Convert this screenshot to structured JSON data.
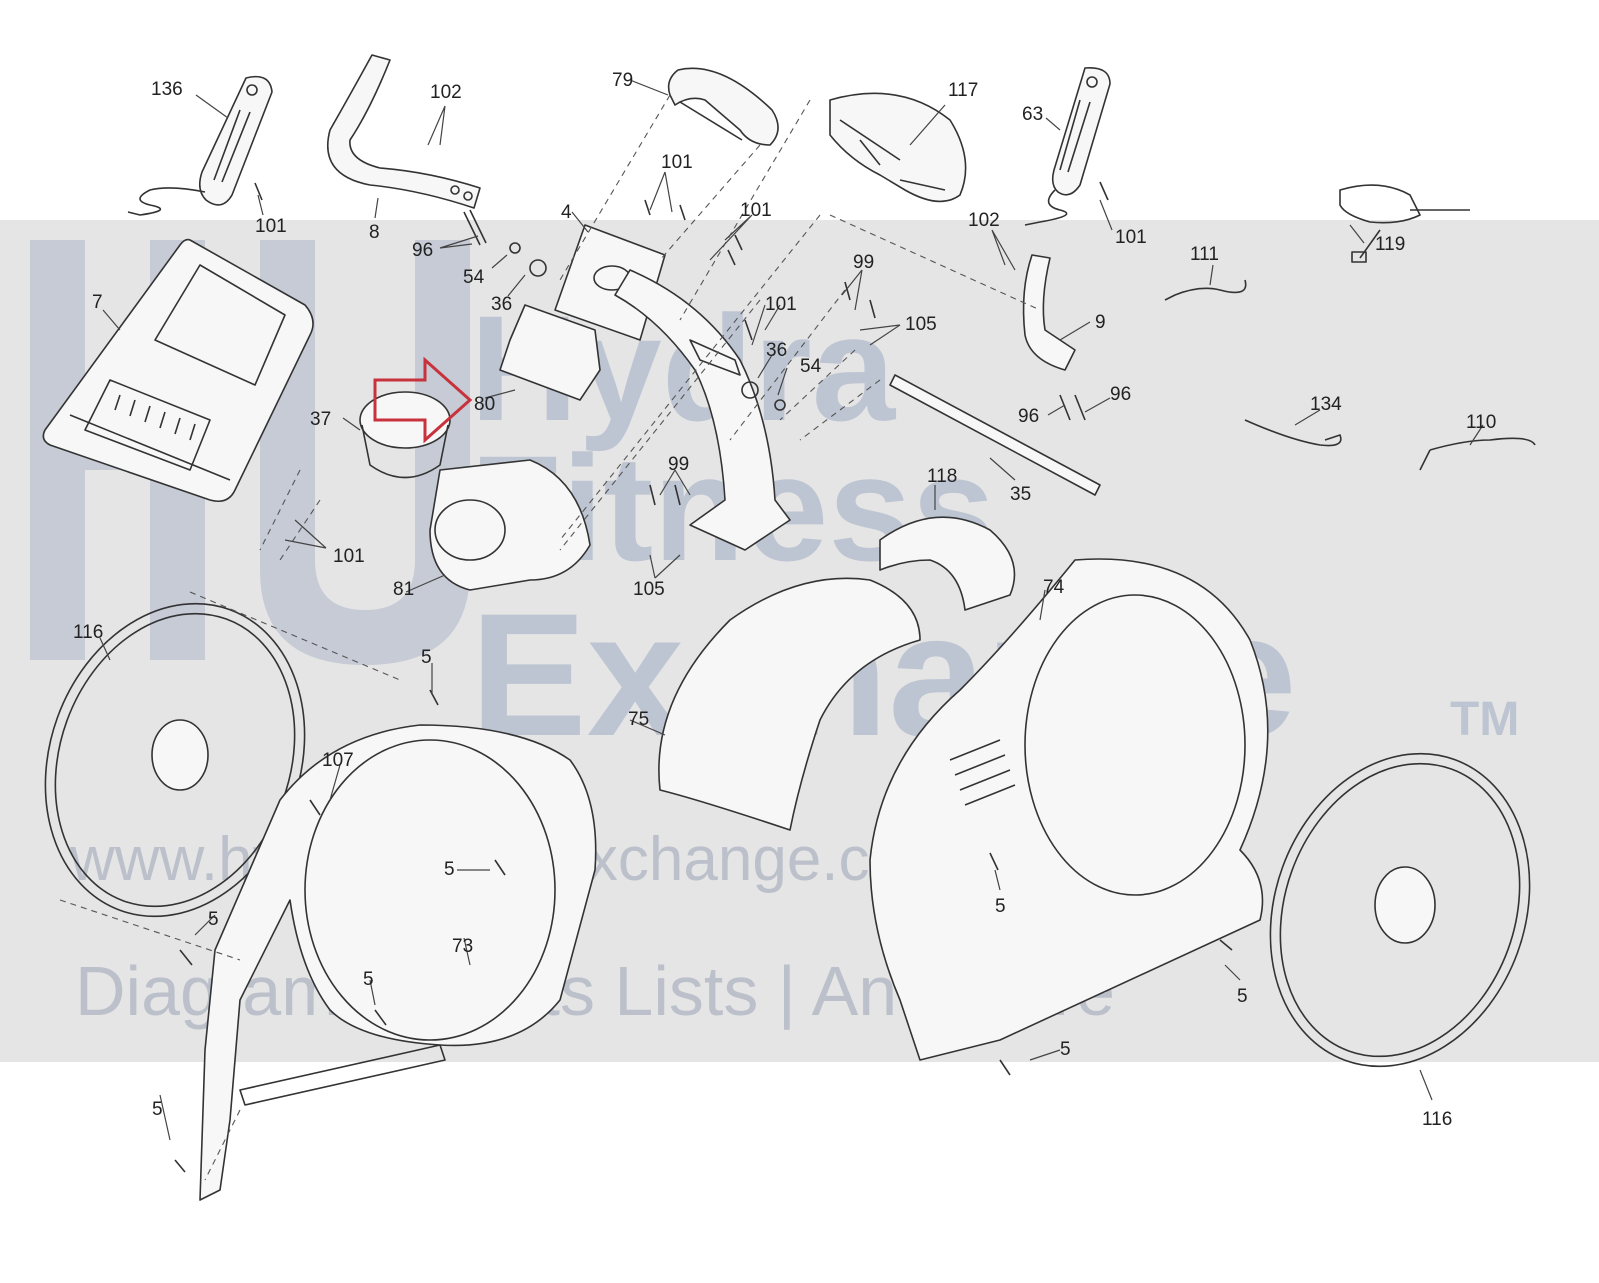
{
  "diagram": {
    "labels": [
      "136",
      "102",
      "79",
      "117",
      "63",
      "101",
      "8",
      "101",
      "4",
      "101",
      "96",
      "54",
      "36",
      "7",
      "99",
      "102",
      "101",
      "111",
      "119",
      "101",
      "105",
      "9",
      "36",
      "54",
      "96",
      "96",
      "80",
      "37",
      "134",
      "110",
      "99",
      "118",
      "35",
      "105",
      "81",
      "101",
      "74",
      "116",
      "5",
      "75",
      "107",
      "5",
      "5",
      "5",
      "73",
      "5",
      "5",
      "5",
      "116"
    ]
  },
  "watermark": {
    "line1": "Hydra",
    "line2": "Fitness",
    "line3": "Exchange",
    "tm": "TM",
    "url": "www.hydrafitnessexchange.com",
    "tagline": "Diagrams | Parts Lists | And More"
  },
  "colors": {
    "watermark_band": "#dcdcdc",
    "watermark_text": "#8fa0bd",
    "highlight_arrow": "#c8323c",
    "line": "#333333"
  }
}
